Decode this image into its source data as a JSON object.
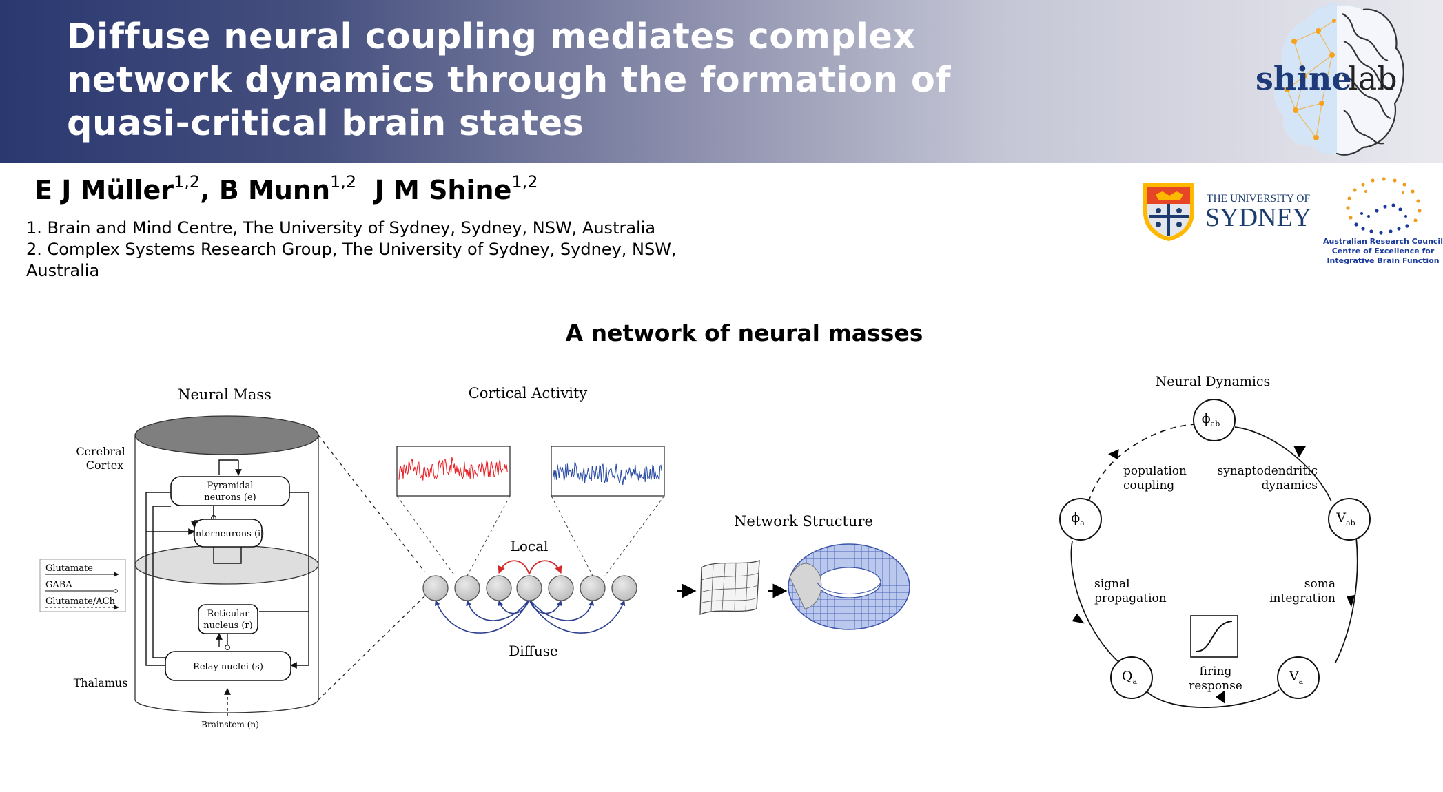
{
  "header": {
    "title": "Diffuse neural coupling mediates complex network dynamics through the formation of quasi-critical brain states",
    "logo_text_primary": "shine",
    "logo_text_secondary": "lab",
    "colors": {
      "gradient_start": "#2a3870",
      "gradient_end": "#e9e9ef",
      "logo_primary": "#1f3a78",
      "logo_secondary": "#222222"
    }
  },
  "authors": {
    "a1_name": "E J Müller",
    "a1_sup": "1,2",
    "a2_name": ", B Munn",
    "a2_sup": "1,2",
    "a3_name": "J M Shine",
    "a3_sup": "1,2"
  },
  "affiliations": [
    "1. Brain and Mind Centre, The University of Sydney, Sydney, NSW, Australia",
    "2. Complex Systems Research Group, The University of Sydney, Sydney, NSW, Australia"
  ],
  "logos": {
    "usyd_line1": "THE UNIVERSITY OF",
    "usyd_line2": "SYDNEY",
    "arc_line1": "Australian Research Council",
    "arc_line2": "Centre of Excellence for",
    "arc_line3": "Integrative Brain Function",
    "colors": {
      "usyd_red": "#e64626",
      "usyd_gold": "#ffb800",
      "usyd_navy": "#1b3c6e",
      "arc_blue": "#1a3a9a",
      "arc_orange": "#f29c1f"
    }
  },
  "figure": {
    "heading": "A network of neural masses",
    "neural_mass": {
      "title": "Neural Mass",
      "cortex_label_1": "Cerebral",
      "cortex_label_2": "Cortex",
      "thalamus_label": "Thalamus",
      "pyramidal_1": "Pyramidal",
      "pyramidal_2": "neurons (e)",
      "interneurons": "Interneurons (i)",
      "reticular_1": "Reticular",
      "reticular_2": "nucleus (r)",
      "relay": "Relay nuclei (s)",
      "brainstem": "Brainstem (n)",
      "legend": [
        "Glutamate",
        "GABA",
        "Glutamate/ACh"
      ]
    },
    "cortical_activity": {
      "title": "Cortical Activity",
      "local_label": "Local",
      "diffuse_label": "Diffuse",
      "colors": {
        "trace_left": "#e8242a",
        "trace_right": "#2c4da6",
        "local_arrows": "#d22a2a",
        "diffuse_arrows": "#2c3f8f"
      }
    },
    "network_structure": {
      "title": "Network Structure"
    },
    "neural_dynamics": {
      "title": "Neural Dynamics",
      "nodes": [
        {
          "main": "ϕ",
          "sub": "ab"
        },
        {
          "main": "V",
          "sub": "ab"
        },
        {
          "main": "V",
          "sub": "a"
        },
        {
          "main": "Q",
          "sub": "a"
        },
        {
          "main": "ϕ",
          "sub": "a"
        }
      ],
      "population_coupling_1": "population",
      "population_coupling_2": "coupling",
      "synaptodendritic_1": "synaptodendritic",
      "synaptodendritic_2": "dynamics",
      "soma_1": "soma",
      "soma_2": "integration",
      "firing_1": "firing",
      "firing_2": "response",
      "signal_1": "signal",
      "signal_2": "propagation"
    }
  }
}
